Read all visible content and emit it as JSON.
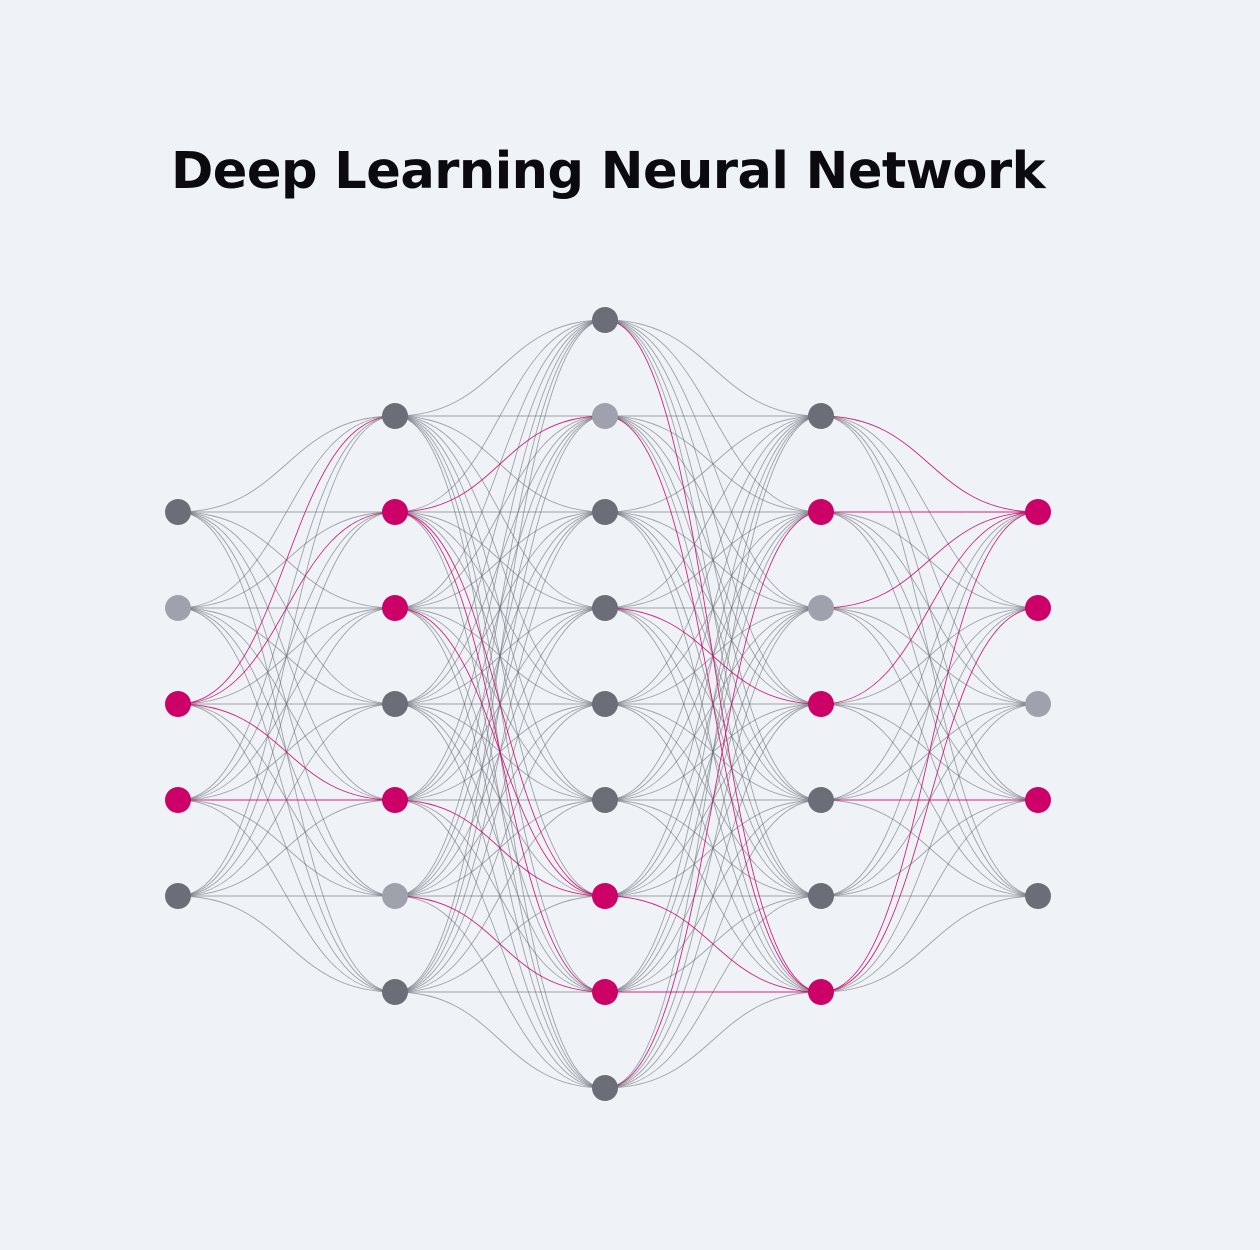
{
  "title": "Deep Learning Neural Network",
  "colors": {
    "background": "#eff3f8",
    "node_dark": "#6b6e76",
    "node_light": "#9ea2ac",
    "node_accent": "#cc0066",
    "edge_dark": "#5c6068",
    "edge_accent": "#cc0066"
  },
  "layers": [
    {
      "name": "input-layer",
      "nodes": [
        "dark",
        "light",
        "accent",
        "accent",
        "dark"
      ]
    },
    {
      "name": "hidden-layer-1",
      "nodes": [
        "dark",
        "accent",
        "accent",
        "dark",
        "accent",
        "light",
        "dark"
      ]
    },
    {
      "name": "hidden-layer-2",
      "nodes": [
        "dark",
        "light",
        "dark",
        "dark",
        "dark",
        "dark",
        "accent",
        "accent",
        "dark"
      ]
    },
    {
      "name": "hidden-layer-3",
      "nodes": [
        "dark",
        "accent",
        "light",
        "accent",
        "dark",
        "dark",
        "accent"
      ]
    },
    {
      "name": "output-layer",
      "nodes": [
        "accent",
        "accent",
        "light",
        "accent",
        "dark"
      ]
    }
  ],
  "accent_edges": [
    [
      0,
      2,
      1,
      0
    ],
    [
      0,
      2,
      1,
      1
    ],
    [
      0,
      3,
      1,
      4
    ],
    [
      0,
      2,
      1,
      4
    ],
    [
      1,
      1,
      2,
      1
    ],
    [
      1,
      1,
      2,
      6
    ],
    [
      1,
      1,
      2,
      7
    ],
    [
      1,
      2,
      2,
      6
    ],
    [
      1,
      4,
      2,
      6
    ],
    [
      1,
      5,
      2,
      7
    ],
    [
      2,
      0,
      3,
      6
    ],
    [
      2,
      1,
      3,
      6
    ],
    [
      2,
      6,
      3,
      6
    ],
    [
      2,
      7,
      3,
      6
    ],
    [
      2,
      8,
      3,
      1
    ],
    [
      2,
      3,
      3,
      3
    ],
    [
      3,
      1,
      4,
      0
    ],
    [
      3,
      2,
      4,
      0
    ],
    [
      3,
      3,
      4,
      0
    ],
    [
      3,
      0,
      4,
      0
    ],
    [
      3,
      6,
      4,
      0
    ],
    [
      3,
      6,
      4,
      1
    ],
    [
      3,
      4,
      4,
      3
    ]
  ]
}
